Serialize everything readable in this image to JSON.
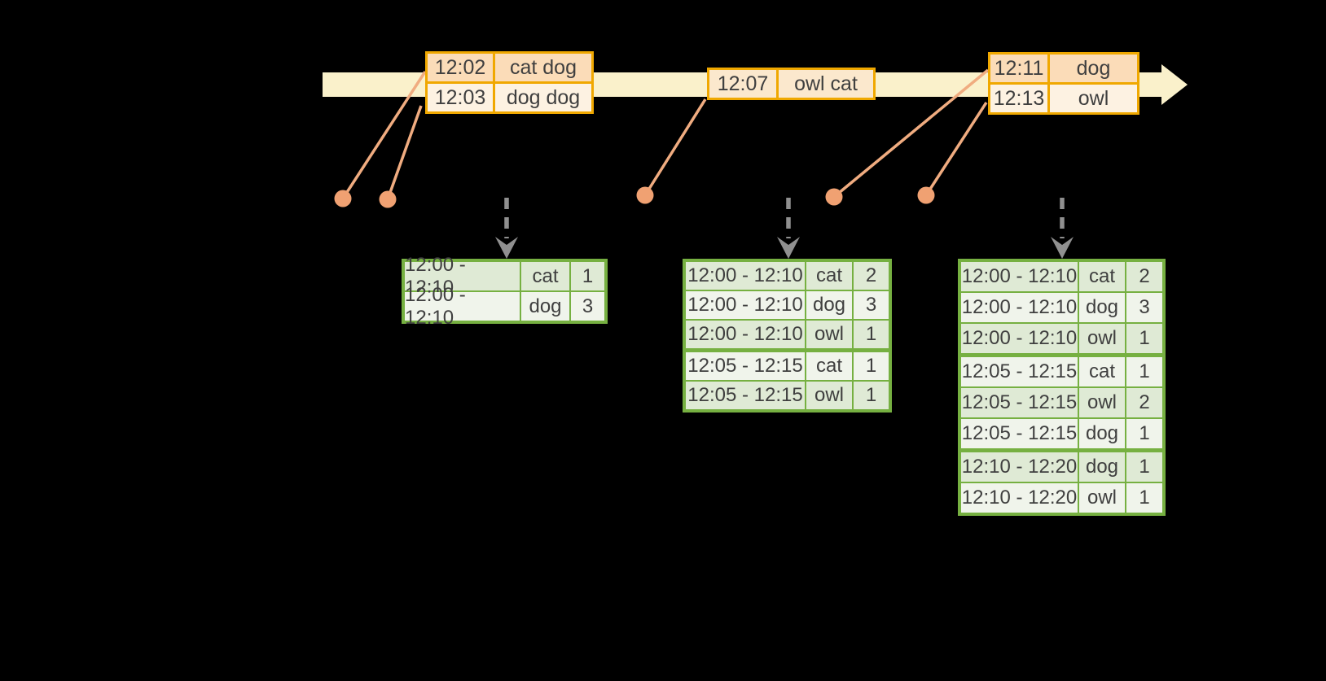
{
  "colors": {
    "background": "#000000",
    "timeline_band": "#faf1cb",
    "event_table_border": "#f0a800",
    "event_row_dark": "#fbdcb8",
    "event_row_light": "#fdf2e2",
    "event_row_mid": "#fbe8cd",
    "link_orange": "#f0a877",
    "result_table_border": "#76b041",
    "result_row_green": "#dfead5",
    "result_row_white": "#f0f4eb",
    "dashed_arrow_gray": "#909090",
    "text": "#3f3f3f"
  },
  "event_tables": [
    {
      "rows": [
        {
          "time": "12:02",
          "words": "cat dog"
        },
        {
          "time": "12:03",
          "words": "dog dog"
        }
      ]
    },
    {
      "rows": [
        {
          "time": "12:07",
          "words": "owl cat"
        }
      ]
    },
    {
      "rows": [
        {
          "time": "12:11",
          "words": "dog"
        },
        {
          "time": "12:13",
          "words": "owl"
        }
      ]
    }
  ],
  "result_tables": [
    {
      "rows": [
        [
          "12:00 - 12:10",
          "cat",
          "1"
        ],
        [
          "12:00 - 12:10",
          "dog",
          "3"
        ]
      ]
    },
    {
      "rows": [
        [
          "12:00 - 12:10",
          "cat",
          "2"
        ],
        [
          "12:00 - 12:10",
          "dog",
          "3"
        ],
        [
          "12:00 - 12:10",
          "owl",
          "1"
        ],
        [
          "12:05 - 12:15",
          "cat",
          "1"
        ],
        [
          "12:05 - 12:15",
          "owl",
          "1"
        ]
      ]
    },
    {
      "rows": [
        [
          "12:00 - 12:10",
          "cat",
          "2"
        ],
        [
          "12:00 - 12:10",
          "dog",
          "3"
        ],
        [
          "12:00 - 12:10",
          "owl",
          "1"
        ],
        [
          "12:05 - 12:15",
          "cat",
          "1"
        ],
        [
          "12:05 - 12:15",
          "owl",
          "2"
        ],
        [
          "12:05 - 12:15",
          "dog",
          "1"
        ],
        [
          "12:10 - 12:20",
          "dog",
          "1"
        ],
        [
          "12:10 - 12:20",
          "owl",
          "1"
        ]
      ]
    }
  ]
}
